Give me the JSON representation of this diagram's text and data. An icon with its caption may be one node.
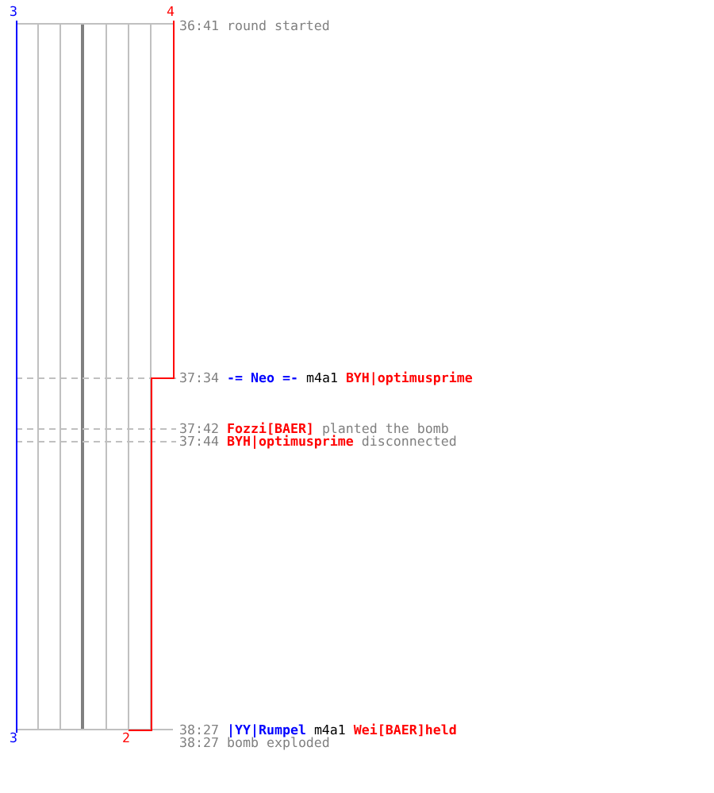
{
  "diagram": {
    "labels": [
      "3",
      "4",
      "36:41",
      "round started",
      "37:34",
      "-= Neo =-",
      "m4a1",
      "BYH|optimusprime",
      "37:42",
      "Fozzi[BAER]",
      "planted the bomb",
      "37:44",
      "BYH|optimusprime",
      "disconnected",
      "3",
      "2",
      "38:27",
      "|YY|Rumpel",
      "m4a1",
      "Wei[BAER]held",
      "38:27",
      "bomb exploded"
    ]
  }
}
